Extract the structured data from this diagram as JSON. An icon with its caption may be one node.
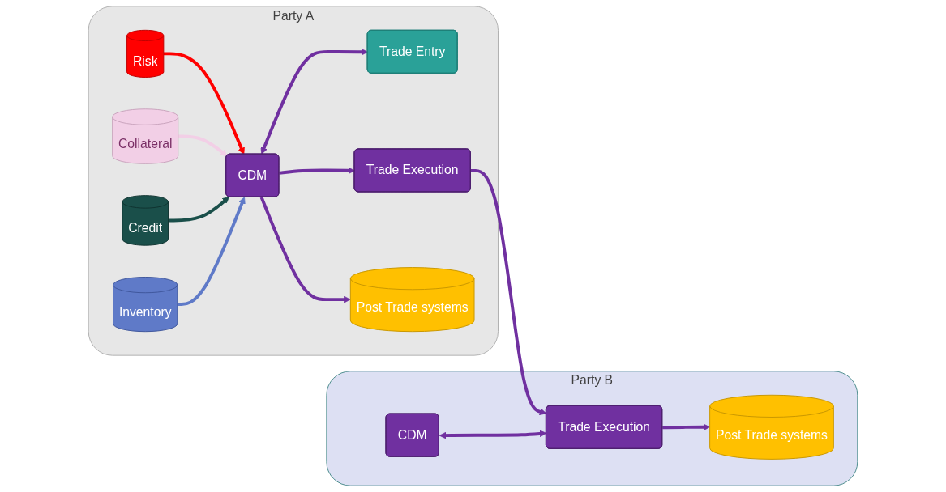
{
  "diagram": {
    "nodes": [
      {
        "text": [
          "Party A"
        ]
      },
      {
        "text": [
          "Trade Entry"
        ],
        "in": 0
      },
      {
        "text": [
          "Risk"
        ],
        "in": 0
      },
      {
        "text": [
          "Collateral"
        ],
        "in": 0
      },
      {
        "text": [
          "Credit"
        ],
        "in": 0
      },
      {
        "text": [
          "CDM"
        ],
        "in": 0
      },
      {
        "text": [
          "Trade Execution"
        ],
        "in": 0
      },
      {
        "text": [
          "Inventory"
        ],
        "in": 0
      },
      {
        "text": [
          "Post Trade systems"
        ],
        "in": 0
      },
      {
        "text": [
          "Party B"
        ]
      },
      {
        "text": [
          "CDM"
        ],
        "in": 9
      },
      {
        "text": [
          "Trade Execution"
        ],
        "in": 9
      },
      {
        "text": [
          "Post Trade systems"
        ],
        "in": 9
      }
    ],
    "edges": [
      {
        "from": 5,
        "to": 1,
        "arrow": "both"
      },
      {
        "from": 2,
        "to": 5,
        "arrow": "to",
        "color": "#ff0000"
      },
      {
        "from": 3,
        "to": 5,
        "arrow": "to",
        "color": "#f2cfe6"
      },
      {
        "from": 4,
        "to": 5,
        "arrow": "to",
        "color": "#1a4f4a"
      },
      {
        "from": 5,
        "to": 6,
        "arrow": "to"
      },
      {
        "from": 7,
        "to": 5,
        "arrow": "to",
        "color": "#5f7ac8"
      },
      {
        "from": 5,
        "to": 8,
        "arrow": "to"
      },
      {
        "from": 6,
        "to": 11,
        "arrow": "to"
      },
      {
        "from": 10,
        "to": 11,
        "arrow": "both"
      },
      {
        "from": 11,
        "to": 12,
        "arrow": "to"
      }
    ]
  }
}
